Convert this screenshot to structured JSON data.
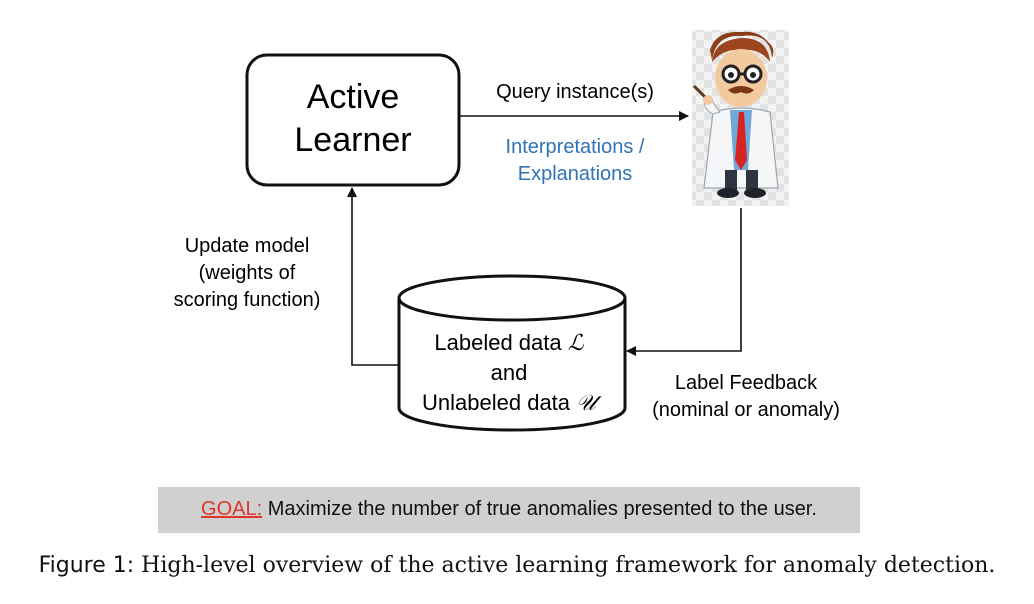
{
  "nodes": {
    "learner": {
      "line1": "Active",
      "line2": "Learner"
    },
    "data_store": {
      "line1": "Labeled data",
      "labeled_symbol": "ℒ",
      "line2": "and",
      "line3": "Unlabeled data",
      "unlabeled_symbol": "𝒰"
    }
  },
  "edges": {
    "query": {
      "label": "Query instance(s)"
    },
    "interpretations": {
      "line1": "Interpretations /",
      "line2": "Explanations",
      "color": "#2e74b5"
    },
    "feedback": {
      "line1": "Label Feedback",
      "line2": "(nominal or anomaly)"
    },
    "update": {
      "line1": "Update model",
      "line2": "(weights of",
      "line3": "scoring function)"
    }
  },
  "user": {
    "icon": "scientist-icon"
  },
  "goal": {
    "label": "GOAL:",
    "text": " Maximize the number of true anomalies presented to the user.",
    "label_color": "#e0352b",
    "bg_color": "#d0d0d0"
  },
  "caption": {
    "label": "Figure 1:",
    "text": " High-level overview of the active learning framework for anomaly detection."
  }
}
